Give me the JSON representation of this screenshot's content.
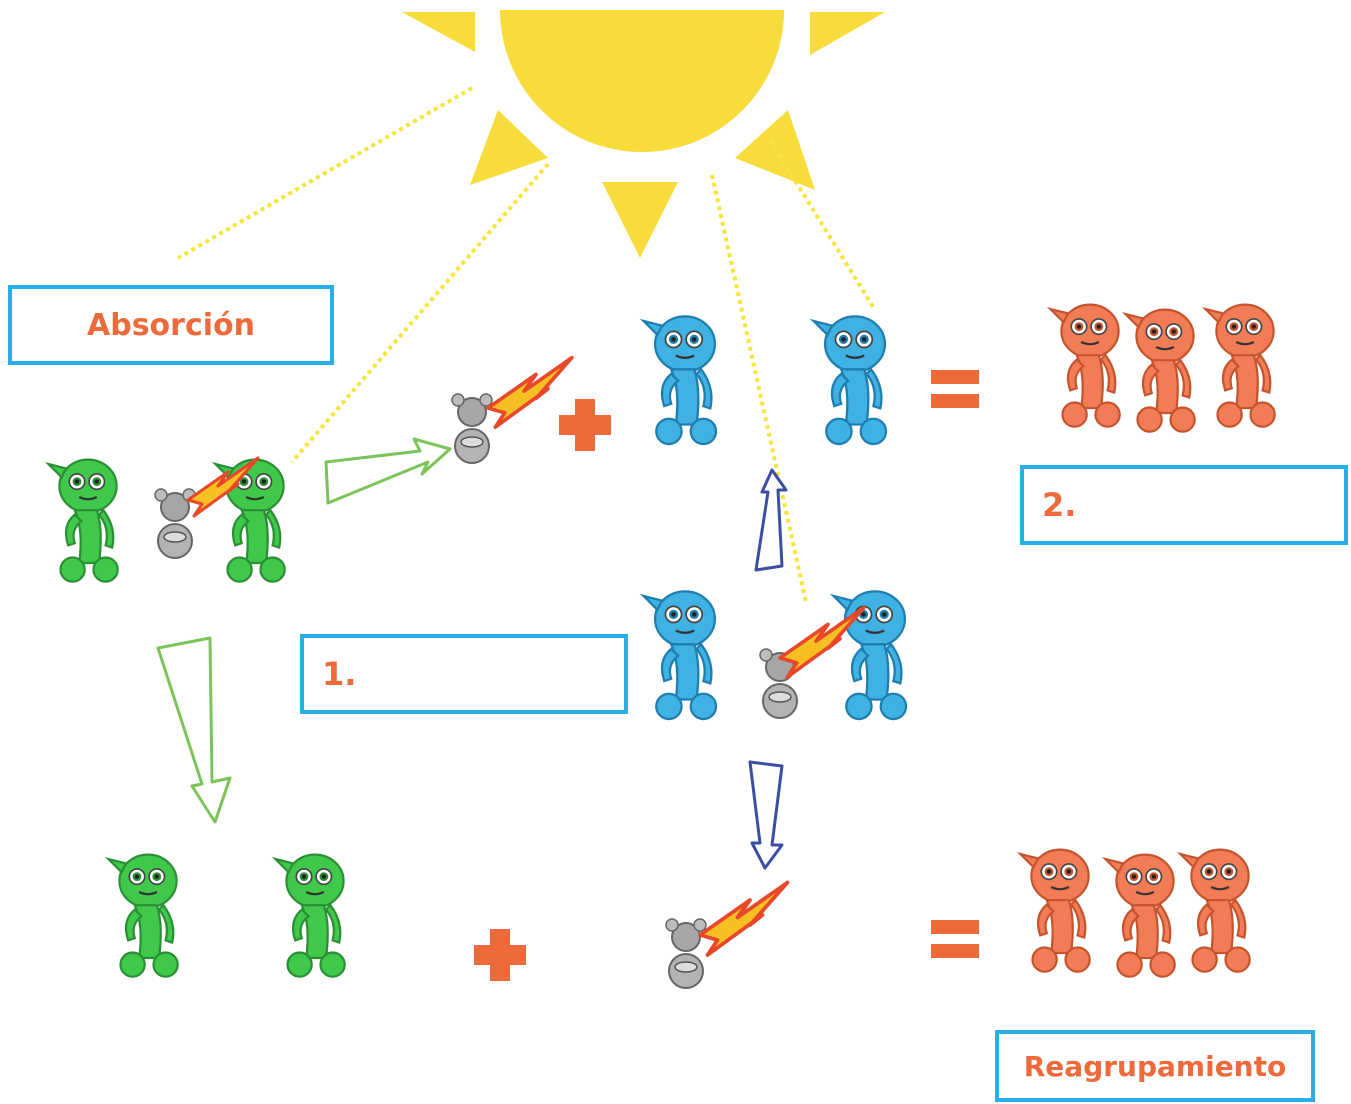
{
  "labels": {
    "absorption": "Absorción",
    "regrouping": "Reagrupamiento",
    "step_one": "1.",
    "step_two": "2."
  },
  "colors": {
    "sun": "#f8dc3c",
    "dotted_ray": "#f7e53a",
    "box_border": "#29aee8",
    "label_text": "#ef6a3a",
    "operator": "#ef6a3a",
    "green_character": "#3fc84a",
    "blue_character": "#3fb2e3",
    "orange_character": "#f27c55",
    "gray_character": "#a6a6a6",
    "lightning": "#f6c023",
    "green_arrow": "#7cc45a",
    "blue_arrow": "#3a4ea6"
  }
}
